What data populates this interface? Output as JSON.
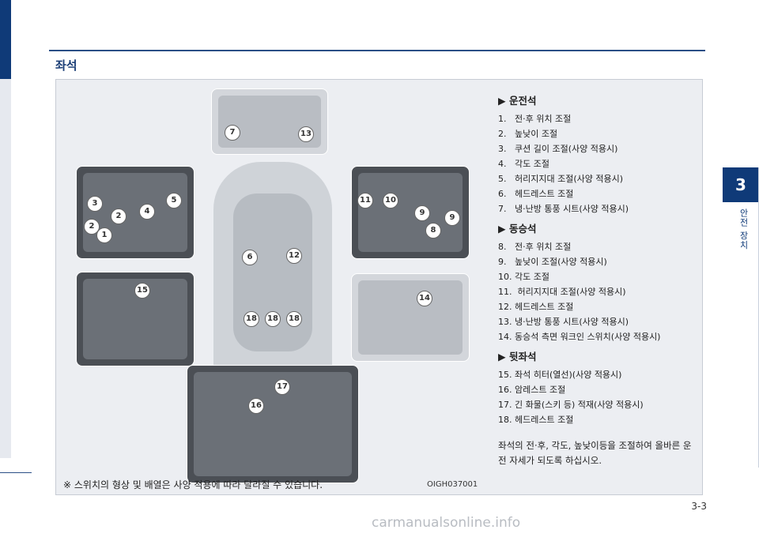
{
  "section_title": "좌석",
  "tab": {
    "number": "3",
    "label": "안전 장치"
  },
  "figure": {
    "code": "OIGH037001",
    "note": "※ 스위치의 형상 및 배열은 사양 적용에 따라 달라질 수 있습니다.",
    "callouts": [
      "1",
      "2",
      "2",
      "3",
      "4",
      "5",
      "6",
      "7",
      "8",
      "9",
      "9",
      "10",
      "11",
      "12",
      "13",
      "14",
      "15",
      "16",
      "17",
      "18",
      "18",
      "18"
    ]
  },
  "driver": {
    "heading": "▶ 운전석",
    "items": [
      "1.   전·후 위치 조절",
      "2.   높낮이 조절",
      "3.   쿠션 길이 조절(사양 적용시)",
      "4.   각도 조절",
      "5.   허리지지대 조절(사양 적용시)",
      "6.   헤드레스트 조절",
      "7.   냉·난방 통풍 시트(사양 적용시)"
    ]
  },
  "passenger": {
    "heading": "▶ 동승석",
    "items": [
      "8.   전·후 위치 조절",
      "9.   높낮이 조절(사양 적용시)",
      "10. 각도 조절",
      "11.  허리지지대 조절(사양 적용시)",
      "12. 헤드레스트 조절",
      "13. 냉·난방 통풍 시트(사양 적용시)",
      "14. 동승석 측면 워크인 스위치(사양 적용시)"
    ]
  },
  "rear": {
    "heading": "▶ 뒷좌석",
    "items": [
      "15. 좌석 히터(열선)(사양 적용시)",
      "16. 암레스트 조절",
      "17. 긴 화물(스키 등) 적재(사양 적용시)",
      "18. 헤드레스트 조절"
    ]
  },
  "paragraph": "좌석의 전·후, 각도, 높낮이등을 조절하여 올바른 운전 자세가 되도록 하십시오.",
  "page_number": "3-3",
  "watermark": "carmanualsonline.info"
}
